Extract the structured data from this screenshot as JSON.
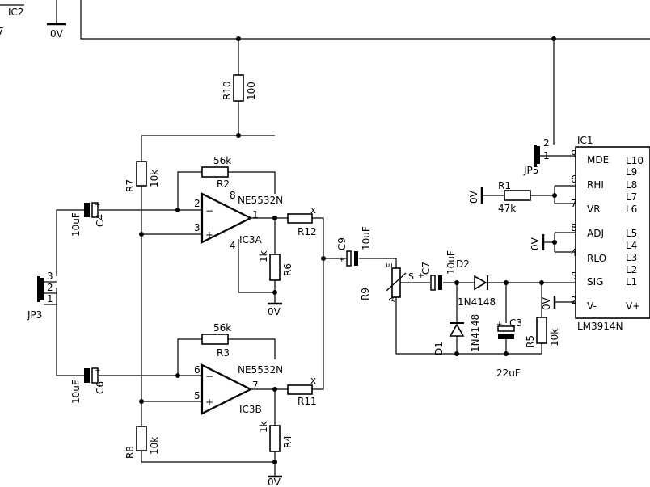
{
  "labels": {
    "ic2": "IC2",
    "zero_v": "0V",
    "r10_name": "R10",
    "r10_val": "100",
    "r7_name": "R7",
    "r7_val": "10k",
    "r2_val": "56k",
    "r2_name": "R2",
    "ic3a_type": "NE5532N",
    "ic3a_name": "IC3A",
    "r12_name": "R12",
    "r6_val": "1k",
    "r6_name": "R6",
    "c4_val": "10uF",
    "c4_name": "C4",
    "jp3": "JP3",
    "c6_val": "10uF",
    "c6_name": "C6",
    "r3_val": "56k",
    "r3_name": "R3",
    "ic3b_type": "NE5532N",
    "ic3b_name": "IC3B",
    "r11_name": "R11",
    "r4_val": "1k",
    "r4_name": "R4",
    "r8_name": "R8",
    "r8_val": "10k",
    "c9_name": "C9",
    "c9_val": "10uF",
    "r9_name": "R9",
    "r9_e": "E",
    "r9_a": "A",
    "r9_s": "S",
    "c7_name": "C7",
    "c7_val": "10uF",
    "d2_name": "D2",
    "d2_type": "1N4148",
    "d1_name": "D1",
    "d1_type": "1N4148",
    "c3_name": "C3",
    "c3_val": "22uF",
    "r5_name": "R5",
    "r5_val": "10k",
    "r1_name": "R1",
    "r1_val": "47k",
    "jp5": "JP5",
    "ic1_name": "IC1",
    "ic1_type": "LM3914N",
    "x_mark": "x",
    "plus": "+",
    "minus": "−"
  },
  "pin_numbers": {
    "ic3a_in_neg": "2",
    "ic3a_in_pos": "3",
    "ic3a_out": "1",
    "ic3a_vcc": "8",
    "ic3a_gnd": "4",
    "ic3b_in_neg": "6",
    "ic3b_in_pos": "5",
    "ic3b_out": "7",
    "jp3_1": "1",
    "jp3_2": "2",
    "jp3_3": "3",
    "jp5_1": "1",
    "jp5_2": "2"
  },
  "ic1_left_pins": [
    {
      "num": "9",
      "label": "MDE"
    },
    {
      "num": "6",
      "label": "RHI"
    },
    {
      "num": "7",
      "label": "VR"
    },
    {
      "num": "8",
      "label": "ADJ"
    },
    {
      "num": "4",
      "label": "RLO"
    },
    {
      "num": "5",
      "label": "SIG"
    },
    {
      "num": "2",
      "label": "V-"
    }
  ],
  "ic1_right_labels": [
    "L10",
    "L9",
    "L8",
    "L7",
    "L6",
    "L5",
    "L4",
    "L3",
    "L2",
    "L1",
    "V+"
  ]
}
